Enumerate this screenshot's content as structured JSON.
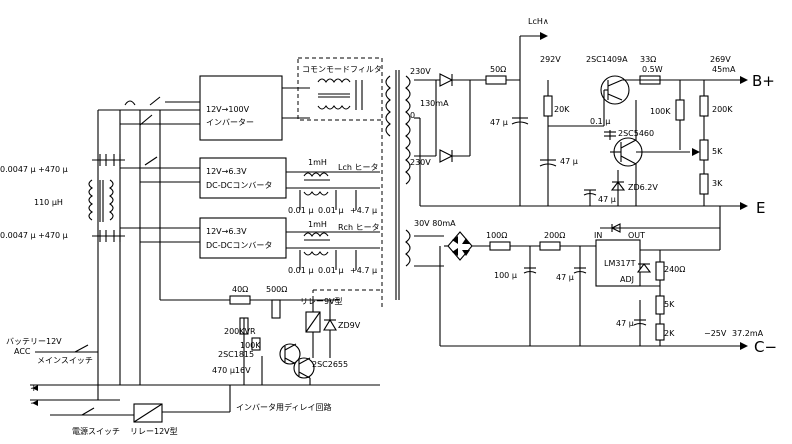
{
  "labels": {
    "lch_heater_out": "LcH∧",
    "b_plus": "B+",
    "e_terminal": "E",
    "c_minus": "C−",
    "inverter_box": "12V→100V\nインバーター",
    "dcdc_box_1": "12V→6.3V\nDC-DCコンバータ",
    "dcdc_box_2": "12V→6.3V\nDC-DCコンバータ",
    "common_mode_filter": "コモンモードフィルタ",
    "lch_heater": "Lch ヒータ",
    "rch_heater": "Rch ヒータ",
    "inductor_1mh_1": "1mH",
    "inductor_1mh_2": "1mH",
    "inductor_110uh": "110 μH",
    "cap_in_top": "0.0047 μ +470 μ",
    "cap_in_bottom": "0.0047 μ +470 μ",
    "cap_001_a": "0.01 μ",
    "cap_001_b": "0.01 μ",
    "cap_47_a": "+4.7 μ",
    "cap_001_c": "0.01 μ",
    "cap_001_d": "0.01 μ",
    "cap_47_b": "+4.7 μ",
    "v230_top": "230V",
    "v230_bottom": "230V",
    "i130": "130mA",
    "zero": "0",
    "r50": "50Ω",
    "v292": "292V",
    "q_2sc1409a": "2SC1409A",
    "r33": "33Ω",
    "w05": "0.5W",
    "v269": "269V",
    "i45": "45mA",
    "r20k": "20K",
    "c47_main": "47 μ",
    "c01": "0.1 μ",
    "q_2sc5460": "2SC5460",
    "r100k_b": "100K",
    "r200k": "200K",
    "c47_mid": "47 μ",
    "zd62": "ZD6.2V",
    "c47_zd": "47 μ",
    "r5k_top": "5K",
    "r3k": "3K",
    "v30": "30V 80mA",
    "r100": "100Ω",
    "r200": "200Ω",
    "in_pin": "IN",
    "out_pin": "OUT",
    "lm317": "LM317T",
    "adj_pin": "ADJ",
    "c100": "100 μ",
    "c47_reg": "47 μ",
    "r240": "240Ω",
    "r5k_bot": "5K",
    "c47_adj": "47 μ",
    "r2k": "2K",
    "v_minus25": "−25V",
    "i37": "37.2mA",
    "r40": "40Ω",
    "r500": "500Ω",
    "relay9": "リレー9V型",
    "vr200k": "200KVR",
    "r100k_d": "100K",
    "zd9": "ZD9V",
    "q_2sc1815": "2SC1815",
    "c470": "470 μ16V",
    "q_2sc2655": "2SC2655",
    "battery": "バッテリー12V",
    "acc": "ACC",
    "main_switch": "メインスイッチ",
    "power_switch": "電源スイッチ",
    "relay12": "リレー12V型",
    "delay_circuit": "インバータ用ディレイ回路",
    "plus_sign": "+",
    "minus_sign": "−"
  }
}
